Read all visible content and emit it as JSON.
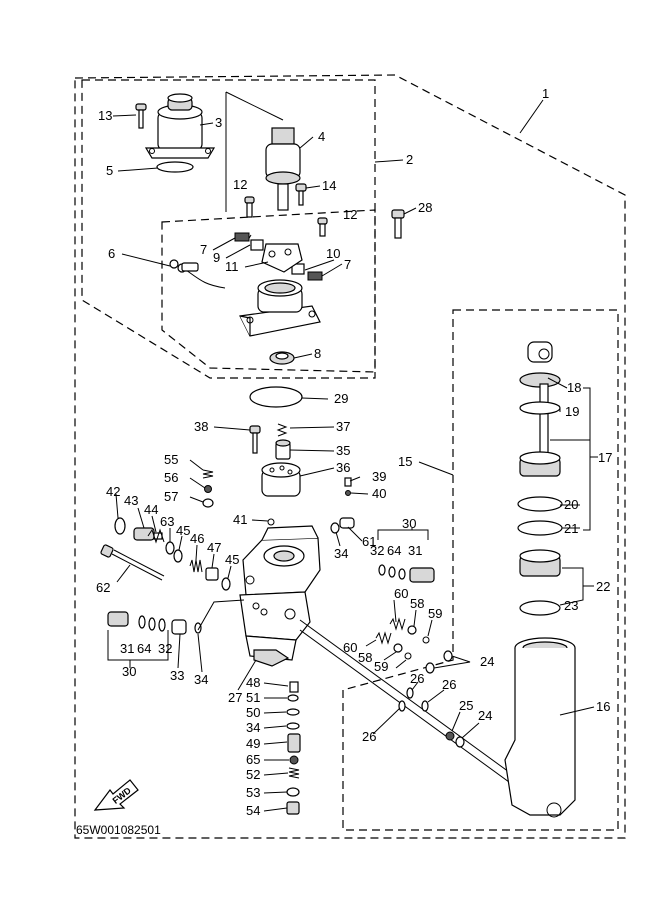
{
  "drawing_code": "65W001082501",
  "fwd_label": "FWD",
  "callouts": {
    "c1": "1",
    "c2": "2",
    "c3": "3",
    "c4": "4",
    "c5": "5",
    "c6": "6",
    "c7a": "7",
    "c7b": "7",
    "c8": "8",
    "c9": "9",
    "c10": "10",
    "c11": "11",
    "c12a": "12",
    "c12b": "12",
    "c13": "13",
    "c14": "14",
    "c15": "15",
    "c16": "16",
    "c17": "17",
    "c18": "18",
    "c19": "19",
    "c20": "20",
    "c21": "21",
    "c22": "22",
    "c23": "23",
    "c24a": "24",
    "c24b": "24",
    "c25": "25",
    "c26a": "26",
    "c26b": "26",
    "c26c": "26",
    "c27": "27",
    "c28": "28",
    "c29": "29",
    "c30a": "30",
    "c30b": "30",
    "c31a": "31",
    "c31b": "31",
    "c32a": "32",
    "c32b": "32",
    "c33": "33",
    "c34a": "34",
    "c34b": "34",
    "c34c": "34",
    "c35": "35",
    "c36": "36",
    "c37": "37",
    "c38": "38",
    "c39": "39",
    "c40": "40",
    "c41": "41",
    "c42": "42",
    "c43": "43",
    "c44": "44",
    "c45a": "45",
    "c45b": "45",
    "c46": "46",
    "c47": "47",
    "c48": "48",
    "c49": "49",
    "c50": "50",
    "c51": "51",
    "c52": "52",
    "c53": "53",
    "c54": "54",
    "c55": "55",
    "c56": "56",
    "c57": "57",
    "c58a": "58",
    "c58b": "58",
    "c59a": "59",
    "c59b": "59",
    "c60a": "60",
    "c60b": "60",
    "c61": "61",
    "c62": "62",
    "c63": "63",
    "c64a": "64",
    "c64b": "64",
    "c65": "65"
  }
}
